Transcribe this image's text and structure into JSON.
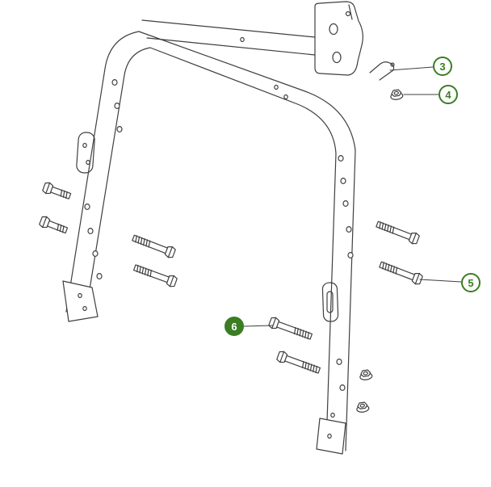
{
  "diagram": {
    "colors": {
      "background": "#ffffff",
      "line": "#3f3f3f",
      "accent_green": "#3a7d23"
    },
    "callouts": [
      {
        "label": "3",
        "style": "outline"
      },
      {
        "label": "4",
        "style": "outline"
      },
      {
        "label": "5",
        "style": "outline"
      },
      {
        "label": "6",
        "style": "filled"
      }
    ]
  }
}
